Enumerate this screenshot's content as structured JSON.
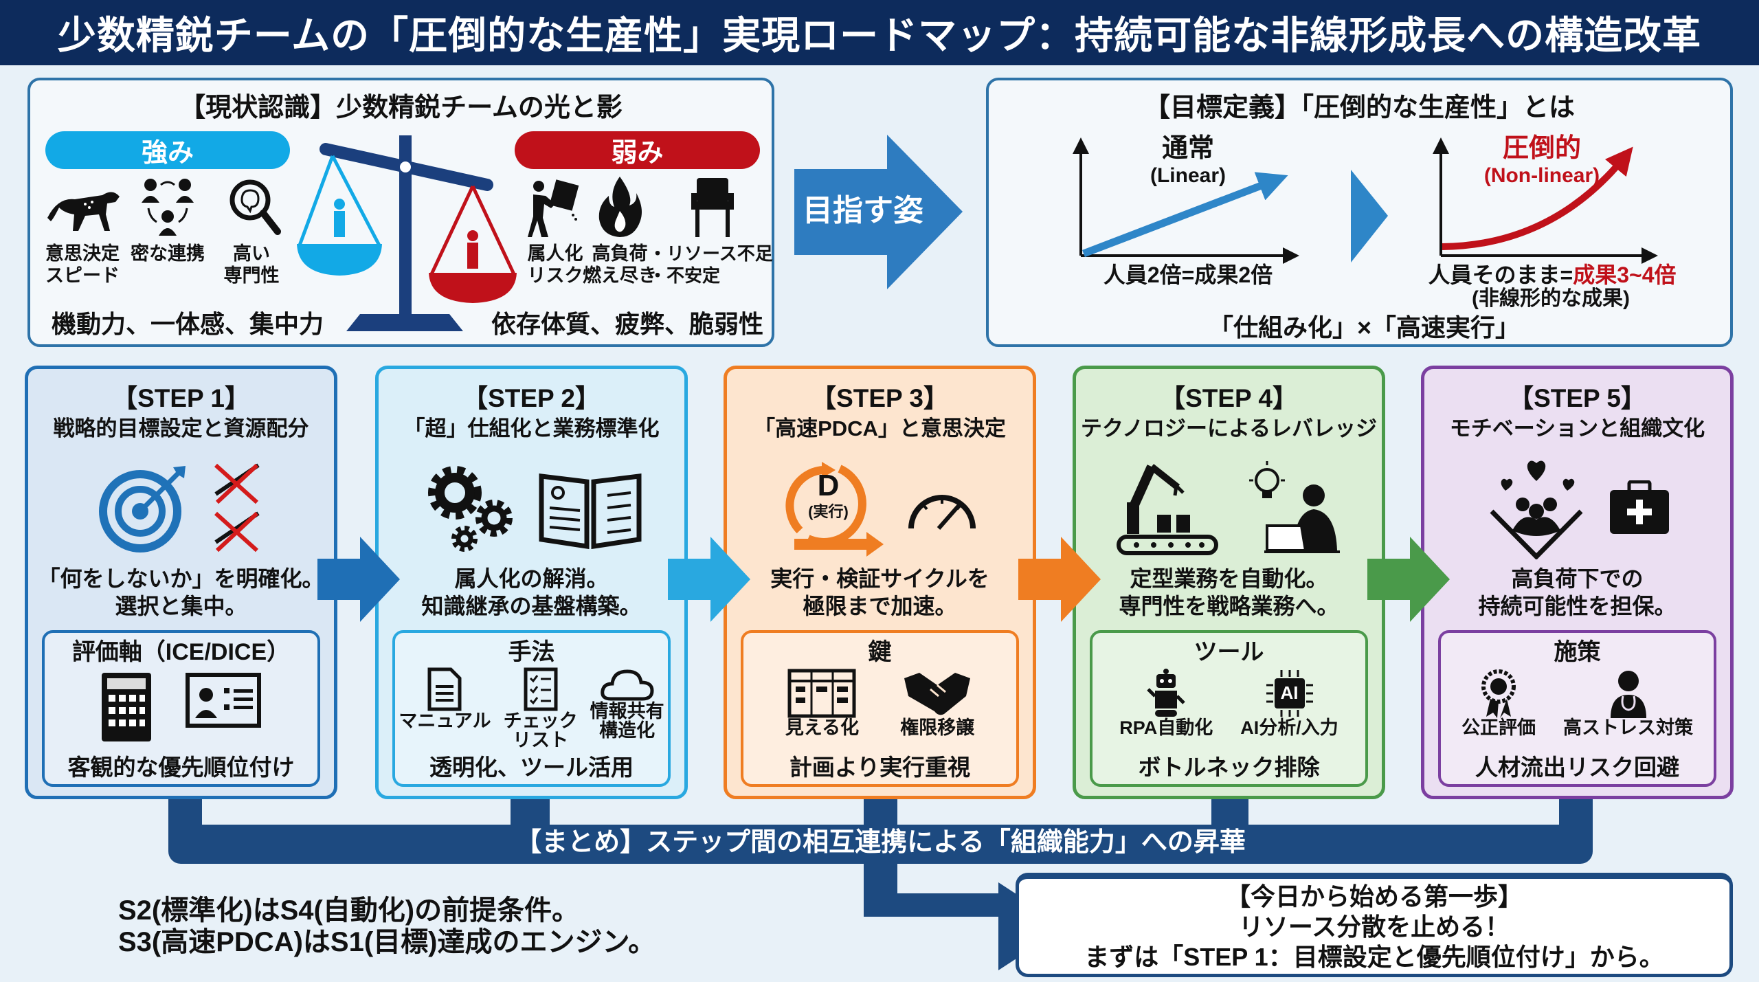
{
  "title": "少数精鋭チームの「圧倒的な生産性」実現ロードマップ：持続可能な非線形成長への構造改革",
  "current_state": {
    "heading": "【現状認識】少数精鋭チームの光と影",
    "strengths": {
      "label": "強み",
      "items": [
        {
          "icon": "cheetah-icon",
          "lines": [
            "意思決定",
            "スピード"
          ]
        },
        {
          "icon": "team-icon",
          "lines": [
            "密な連携",
            ""
          ]
        },
        {
          "icon": "brain-magnifier-icon",
          "lines": [
            "高い",
            "専門性"
          ]
        }
      ],
      "summary": "機動力、一体感、集中力"
    },
    "weaknesses": {
      "label": "弱み",
      "items": [
        {
          "icon": "person-carrying-box-icon",
          "lines": [
            "属人化",
            "リスク"
          ]
        },
        {
          "icon": "flame-icon",
          "lines": [
            "高負荷",
            "燃え尽き"
          ]
        },
        {
          "icon": "empty-chair-icon",
          "lines": [
            "・リソース不足",
            "・不安定"
          ]
        }
      ],
      "summary": "依存体質、疲弊、脆弱性"
    }
  },
  "goal_arrow_label": "目指す姿",
  "goal": {
    "heading": "【目標定義】「圧倒的な生産性」とは",
    "normal": {
      "title": "通常",
      "subtitle": "(Linear)",
      "caption": "人員2倍=成果2倍"
    },
    "overwhelming": {
      "title": "圧倒的",
      "subtitle": "(Non-linear)",
      "caption_prefix": "人員そのまま=",
      "caption_highlight": "成果3~4倍",
      "note": "(非線形的な成果)"
    },
    "formula": "「仕組み化」×「高速実行」"
  },
  "steps": [
    {
      "step": "【STEP 1】",
      "title": "戦略的目標設定と資源配分",
      "desc": [
        "「何をしないか」を明確化。",
        "選択と集中。"
      ],
      "inner_label": "評価軸（ICE/DICE）",
      "items": [],
      "footer": "客観的な優先順位付け"
    },
    {
      "step": "【STEP 2】",
      "title": "「超」仕組化と業務標準化",
      "desc": [
        "属人化の解消。",
        "知識継承の基盤構築。"
      ],
      "inner_label": "手法",
      "items": [
        {
          "lines": [
            "マニュアル",
            ""
          ]
        },
        {
          "lines": [
            "チェック",
            "リスト"
          ]
        },
        {
          "lines": [
            "情報共有",
            "構造化"
          ]
        }
      ],
      "footer": "透明化、ツール活用"
    },
    {
      "step": "【STEP 3】",
      "title": "「高速PDCA」と意思決定",
      "cycle_letter": "D",
      "cycle_label": "(実行)",
      "desc": [
        "実行・検証サイクルを",
        "極限まで加速。"
      ],
      "inner_label": "鍵",
      "items": [
        {
          "lines": [
            "見える化"
          ]
        },
        {
          "lines": [
            "権限移譲"
          ]
        }
      ],
      "footer": "計画より実行重視"
    },
    {
      "step": "【STEP 4】",
      "title": "テクノロジーによるレバレッジ",
      "desc": [
        "定型業務を自動化。",
        "専門性を戦略業務へ。"
      ],
      "inner_label": "ツール",
      "chip_text": "AI",
      "items": [
        {
          "lines": [
            "RPA自動化"
          ]
        },
        {
          "lines": [
            "AI分析/入力"
          ]
        }
      ],
      "footer": "ボトルネック排除"
    },
    {
      "step": "【STEP 5】",
      "title": "モチベーションと組織文化",
      "desc": [
        "高負荷下での",
        "持続可能性を担保。"
      ],
      "inner_label": "施策",
      "items": [
        {
          "lines": [
            "公正評価"
          ]
        },
        {
          "lines": [
            "高ストレス対策"
          ]
        }
      ],
      "footer": "人材流出リスク回避"
    }
  ],
  "summary": {
    "band": "【まとめ】ステップ間の相互連携による「組織能力」への昇華",
    "notes": [
      "S2(標準化)はS4(自動化)の前提条件。",
      "S3(高速PDCA)はS1(目標)達成のエンジン。"
    ]
  },
  "first_step": {
    "heading": "【今日から始める第一歩】",
    "line1": "リソース分散を止める！",
    "line2": "まずは「STEP 1：目標設定と優先順位付け」から。"
  },
  "colors": {
    "navy": "#0d2b5c",
    "strength": "#12a9e6",
    "weakness": "#c0111a",
    "step1": "#1f6fb5",
    "step2": "#29a8e0",
    "step3": "#ef7d22",
    "step4": "#4a9a4a",
    "step5": "#7b3fa0"
  }
}
